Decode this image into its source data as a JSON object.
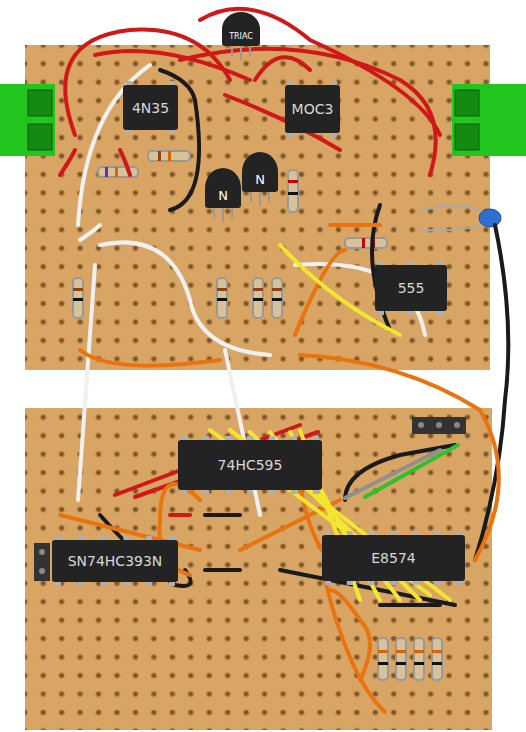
{
  "diagram": {
    "nodes": [
      {
        "text": [
          "TRIAC"
        ]
      },
      {
        "text": [
          "4N35"
        ]
      },
      {
        "text": [
          "MOC3"
        ]
      },
      {
        "text": [
          "N"
        ]
      },
      {
        "text": [
          "N"
        ]
      },
      {
        "text": [
          "555"
        ]
      },
      {
        "text": [
          "74HC595"
        ]
      },
      {
        "text": [
          "SN74HC393N"
        ]
      },
      {
        "text": [
          "E8574"
        ]
      }
    ]
  }
}
